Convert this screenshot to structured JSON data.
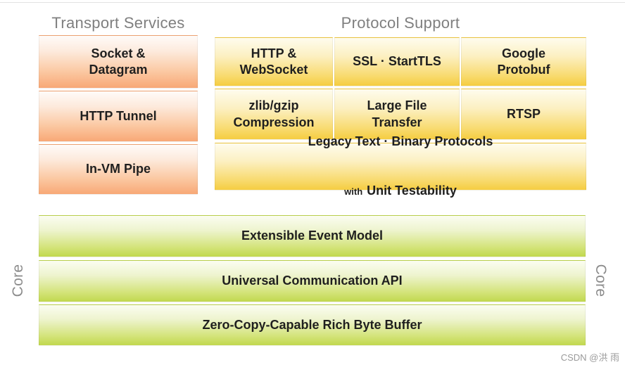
{
  "titles": {
    "transport": "Transport Services",
    "protocol": "Protocol Support"
  },
  "transport_services": {
    "items": [
      {
        "label": "Socket &\nDatagram"
      },
      {
        "label": "HTTP Tunnel"
      },
      {
        "label": "In-VM Pipe"
      }
    ]
  },
  "protocol_support": {
    "cells": [
      {
        "label": "HTTP &\nWebSocket"
      },
      {
        "label": "SSL · StartTLS"
      },
      {
        "label": "Google\nProtobuf"
      },
      {
        "label": "zlib/gzip\nCompression"
      },
      {
        "label": "Large File\nTransfer"
      },
      {
        "label": "RTSP"
      }
    ],
    "legacy": {
      "line1": "Legacy Text · Binary Protocols",
      "with_prefix": "with",
      "line2": "Unit Testability"
    }
  },
  "core": {
    "left_label": "Core",
    "right_label": "Core",
    "bars": [
      {
        "label": "Extensible Event Model"
      },
      {
        "label": "Universal Communication API"
      },
      {
        "label": "Zero-Copy-Capable Rich Byte Buffer"
      }
    ]
  },
  "watermark": "CSDN @洪 雨",
  "colors": {
    "transport_box_bottom": "#f8a876",
    "protocol_box_bottom": "#f5cd41",
    "core_bar_bottom": "#c1d84e",
    "section_title_gray": "#7f7f7f",
    "cell_text": "#1f1f1f",
    "watermark_gray": "#9a9a9a"
  }
}
